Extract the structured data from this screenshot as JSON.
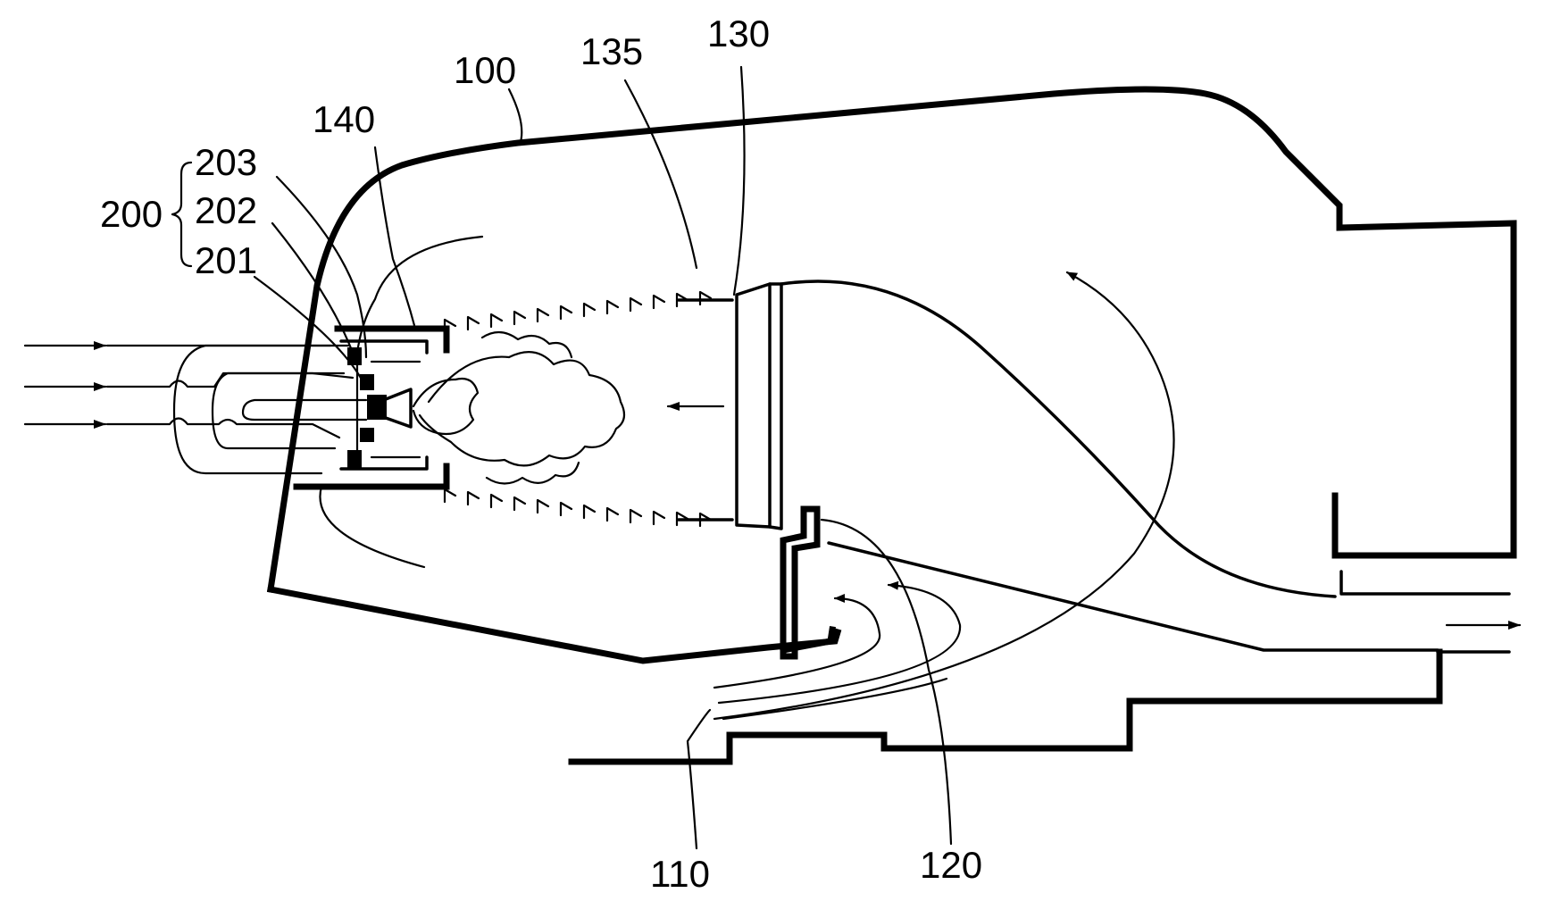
{
  "figure": {
    "labels": {
      "l100": "100",
      "l110": "110",
      "l120": "120",
      "l130": "130",
      "l135": "135",
      "l140": "140",
      "l200": "200",
      "l201": "201",
      "l202": "202",
      "l203": "203"
    }
  }
}
